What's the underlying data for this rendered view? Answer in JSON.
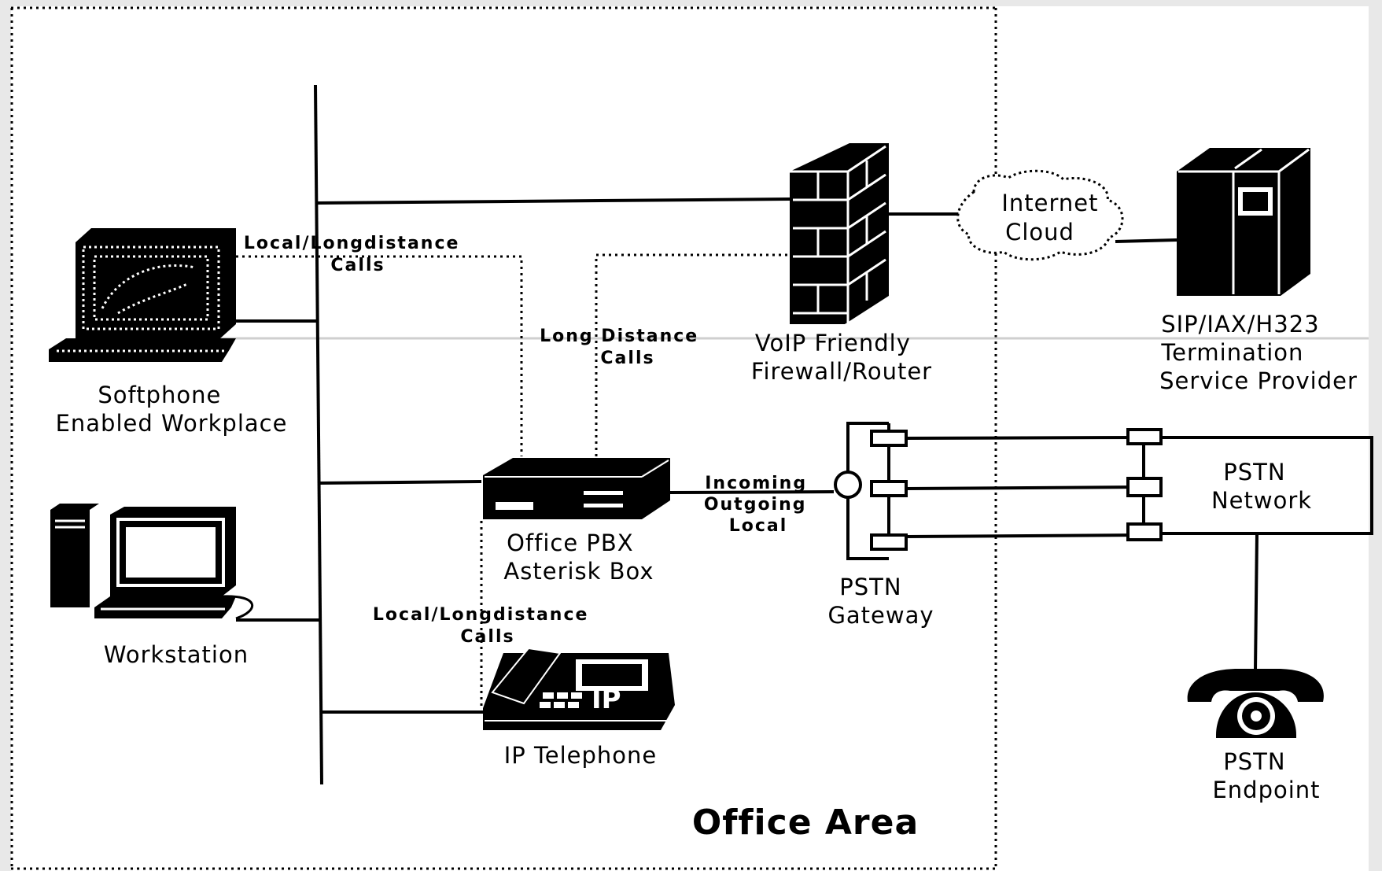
{
  "office_area": "Office Area",
  "nodes": {
    "softphone": [
      "Softphone",
      "Enabled Workplace"
    ],
    "workstation": [
      "Workstation"
    ],
    "pbx": [
      "Office PBX",
      "Asterisk Box"
    ],
    "ip_phone": [
      "IP Telephone"
    ],
    "firewall": [
      "VoIP Friendly",
      "Firewall/Router"
    ],
    "internet": [
      "Internet",
      "Cloud"
    ],
    "provider": [
      "SIP/IAX/H323",
      "Termination",
      "Service Provider"
    ],
    "gateway": [
      "PSTN",
      "Gateway"
    ],
    "pstn_network": [
      "PSTN",
      "Network"
    ],
    "pstn_endpoint": [
      "PSTN",
      "Endpoint"
    ]
  },
  "links": {
    "softphone_calls": [
      "Local/Longdistance",
      "Calls"
    ],
    "long_distance": [
      "Long Distance",
      "Calls"
    ],
    "pbx_gateway": [
      "Incoming",
      "Outgoing",
      "Local"
    ],
    "ip_phone_calls": [
      "Local/Longdistance",
      "Calls"
    ]
  },
  "ip_badge": "IP"
}
